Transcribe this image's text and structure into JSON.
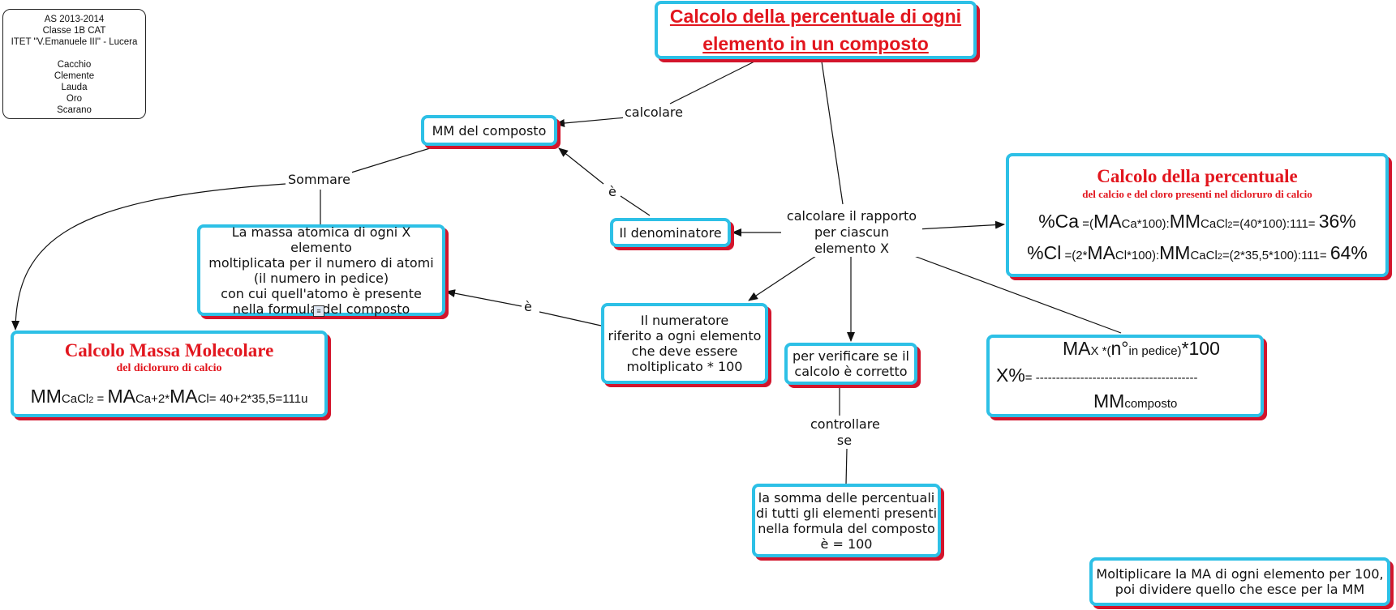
{
  "credits": {
    "lines": [
      "AS 2013-2014",
      "Classe 1B CAT",
      "ITET \"V.Emanuele III\" - Lucera",
      "",
      "Cacchio",
      "Clemente",
      "Lauda",
      "Oro",
      "Scarano"
    ]
  },
  "nodes": {
    "title": [
      "Calcolo della percentuale di ogni",
      "elemento in un composto"
    ],
    "mm_composto": "MM del composto",
    "massa_atomica": [
      "La massa atomica di ogni X elemento",
      "moltiplicata per il numero di atomi",
      "(il numero in pedice)",
      "con cui quell'atomo è presente",
      "nella formula del composto"
    ],
    "denominatore": "Il denominatore",
    "numeratore": [
      "Il numeratore",
      "riferito a ogni elemento",
      "che deve essere",
      "moltiplicato * 100"
    ],
    "verificare": [
      "per verificare se il",
      "calcolo è corretto"
    ],
    "somma": [
      "la somma delle percentuali",
      "di tutti gli elementi presenti",
      "nella formula del composto",
      "è = 100"
    ],
    "moltiplicare": [
      "Moltiplicare la MA di ogni elemento per 100,",
      "poi dividere quello che esce per la MM"
    ],
    "calcolo_mm": {
      "title": "Calcolo Massa Molecolare",
      "subtitle": "del dicloruro di calcio",
      "f": [
        "MM",
        "CaCl",
        "2",
        " = ",
        "MA",
        "Ca+2*",
        "MA",
        "Cl= 40+2*35,5=111u"
      ]
    },
    "calcolo_perc": {
      "title": "Calcolo della percentuale",
      "subtitle": "del calcio e del cloro presenti nel dicloruro di calcio",
      "ca": [
        "%Ca",
        " =(",
        "MA",
        "Ca*100):",
        "MM",
        "CaCl",
        "2",
        "=(40*100):111= ",
        "36%"
      ],
      "cl": [
        "%Cl",
        " =(2*",
        "MA",
        "Cl*100):",
        "MM",
        "CaCl",
        "2",
        "=(2*35,5*100):111= ",
        "64%"
      ]
    },
    "formula": {
      "ma": "MA",
      "x": "X",
      "mid": " *(",
      "n": "n°",
      "pedice": "in pedice)",
      "tail": "*100",
      "xp": "X%",
      "eq": "= ",
      "dashes": "----------------------------------------",
      "mm": "MM",
      "composto": "composto"
    }
  },
  "labels": {
    "calcolare": "calcolare",
    "sommare": "Sommare",
    "e1": "è",
    "e2": "è",
    "rapporto": [
      "calcolare il rapporto",
      "per ciascun",
      "elemento X"
    ],
    "controllare": [
      "controllare",
      "se"
    ]
  },
  "colors": {
    "border": "#2dc0e6",
    "shadow": "#d3152c",
    "title": "#e2161e"
  }
}
